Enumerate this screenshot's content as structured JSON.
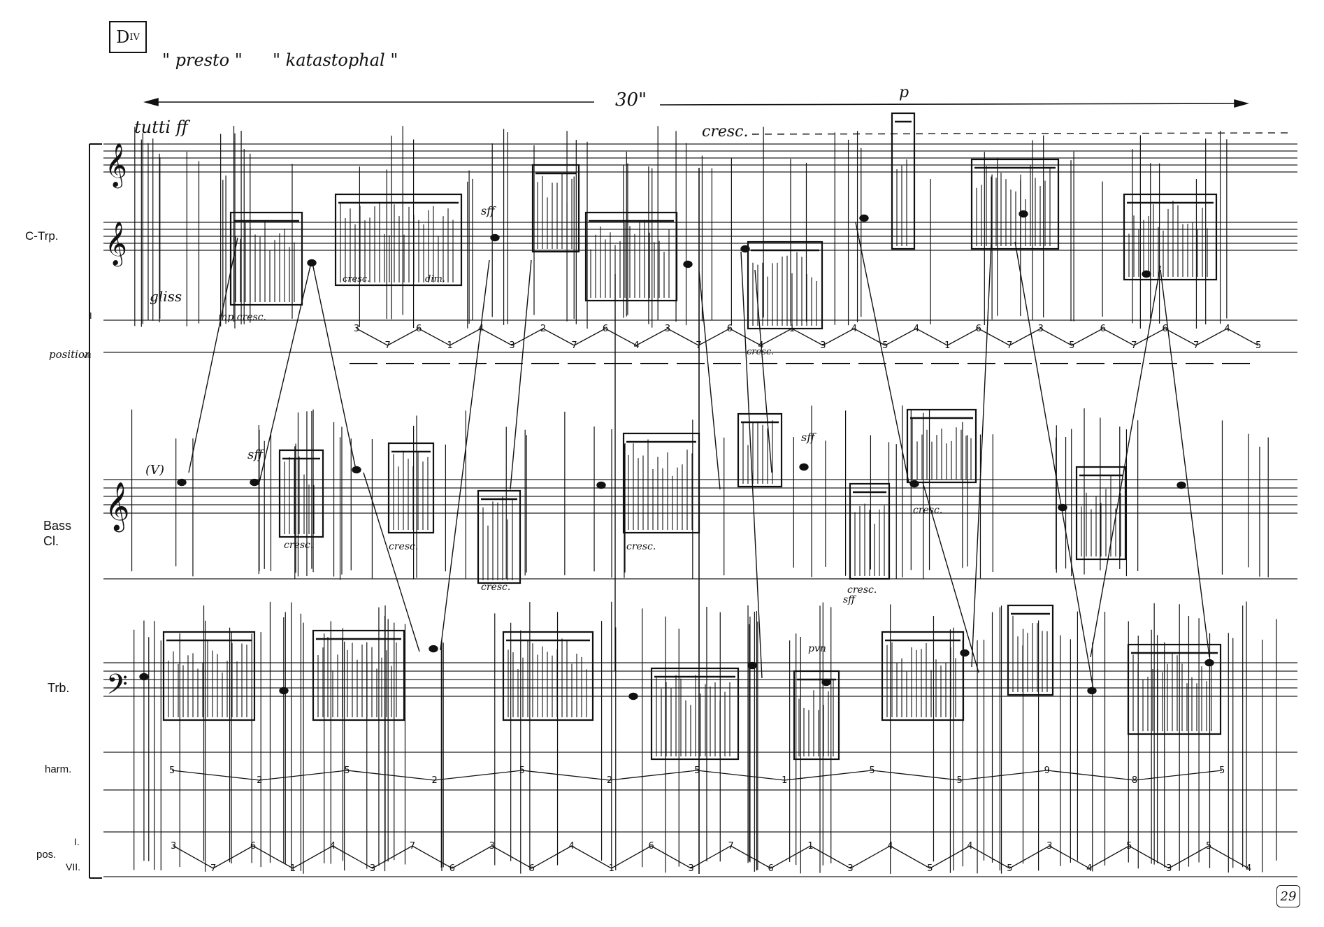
{
  "header": {
    "section_label": "D",
    "section_sub": "IV",
    "tempo_marking_1": "\" presto \"",
    "tempo_marking_2": "\" katastophal \"",
    "duration": "30\"",
    "duration_top_dynamic": "p"
  },
  "instruments": {
    "c_trumpet": "C-Trp.",
    "position_label": "position",
    "position_numerals": [
      "I",
      "VII"
    ],
    "bass_clarinet_line1": "Bass",
    "bass_clarinet_line2": "Cl.",
    "trombone": "Trb.",
    "harmonics": "harm.",
    "pos_label": "pos.",
    "pos_numerals": [
      "I.",
      "VII."
    ]
  },
  "markings": {
    "tutti": "tutti ff",
    "cresc_top": "cresc.",
    "gliss": "gliss",
    "mp_cresc": "mp cresc.",
    "v_paren": "(V)",
    "sff": "sff",
    "cresc_generic": "cresc.",
    "dim": "dim.",
    "pvn": "pvn"
  },
  "trumpet_positions_upper": [
    "3",
    "7",
    "6",
    "1",
    "4",
    "3",
    "2",
    "7",
    "6",
    "4",
    "3",
    "7",
    "6",
    "4",
    "1",
    "3",
    "4",
    "5",
    "4",
    "1",
    "6",
    "7",
    "3",
    "5",
    "6",
    "7",
    "6",
    "7",
    "4",
    "5"
  ],
  "harm_numbers": [
    "5",
    "2",
    "5",
    "2",
    "5",
    "2",
    "5",
    "1",
    "5",
    "5",
    "9",
    "8",
    "5"
  ],
  "pos_numbers": [
    "3",
    "7",
    "6",
    "1",
    "4",
    "3",
    "7",
    "6",
    "3",
    "6",
    "4",
    "1",
    "6",
    "3",
    "7",
    "6",
    "1",
    "3",
    "4",
    "5",
    "4",
    "5",
    "3",
    "4",
    "5",
    "3",
    "5",
    "4"
  ],
  "page_number": "29"
}
